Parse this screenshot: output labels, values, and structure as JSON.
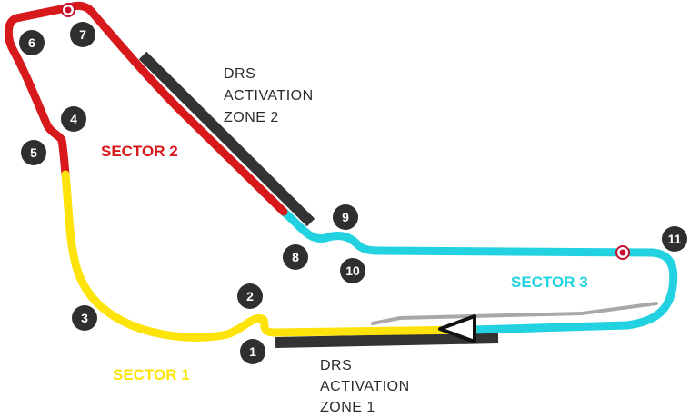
{
  "colors": {
    "sector1": "#fde30a",
    "sector2": "#d7191c",
    "sector3": "#22d2e0",
    "drs": "#333333",
    "pitlane": "#a8a8a8",
    "turn_badge": "#2f2f2f",
    "speed_trap": "#c8102e"
  },
  "sectors": {
    "sector1": "SECTOR 1",
    "sector2": "SECTOR 2",
    "sector3": "SECTOR 3"
  },
  "drs_zones": {
    "zone1": {
      "line1": "DRS",
      "line2": "ACTIVATION",
      "line3": "ZONE 1"
    },
    "zone2": {
      "line1": "DRS",
      "line2": "ACTIVATION",
      "line3": "ZONE 2"
    }
  },
  "turns": [
    "1",
    "2",
    "3",
    "4",
    "5",
    "6",
    "7",
    "8",
    "9",
    "10",
    "11"
  ],
  "icons": {
    "start_finish": "start-finish-arrow-icon",
    "speed_trap": "speed-trap-marker-icon"
  }
}
